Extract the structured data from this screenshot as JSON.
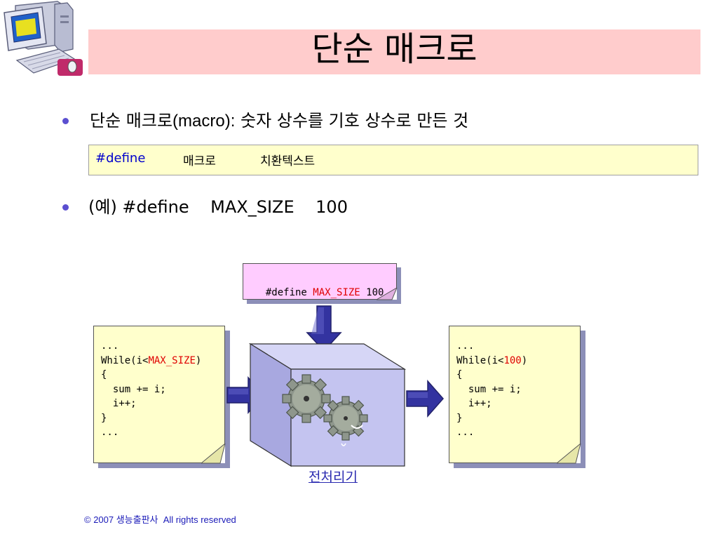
{
  "title": "단순 매크로",
  "bullets": [
    {
      "prefix": "단순 매크로",
      "emph": "(macro):",
      "rest": " 숫자 상수를 기호 상수로 만든 것"
    },
    {
      "text": "(예) #define    MAX_SIZE    100"
    }
  ],
  "syntax_box": {
    "keyword": "#define",
    "macro": "매크로",
    "replacement": "치환텍스트"
  },
  "define_note": {
    "prefix": "#define ",
    "name": "MAX_SIZE",
    "value": " 100"
  },
  "source_note": {
    "lines": [
      "...",
      "{",
      "  sum += i;",
      "  i++;",
      "}",
      "..."
    ],
    "while_prefix": "While(i<",
    "while_token": "MAX_SIZE",
    "while_suffix": ")"
  },
  "result_note": {
    "lines": [
      "...",
      "{",
      "  sum += i;",
      "  i++;",
      "}",
      "..."
    ],
    "while_prefix": "While(i<",
    "while_token": "100",
    "while_suffix": ")"
  },
  "preprocessor_label": "전처리기",
  "footer": "© 2007 생능출판사  All rights reserved",
  "colors": {
    "title_bar": "#ffcccc",
    "bullet": "#5b4fd0",
    "note_fill": "#ffffcc",
    "define_note_fill": "#ffccff",
    "token_red": "#e00000",
    "arrow_fill": "#3333a0",
    "box_fill": "#c0c0ee",
    "link": "#2a2ab0"
  },
  "icons": {
    "clipart": "computer-icon",
    "gears": "gears-icon"
  }
}
